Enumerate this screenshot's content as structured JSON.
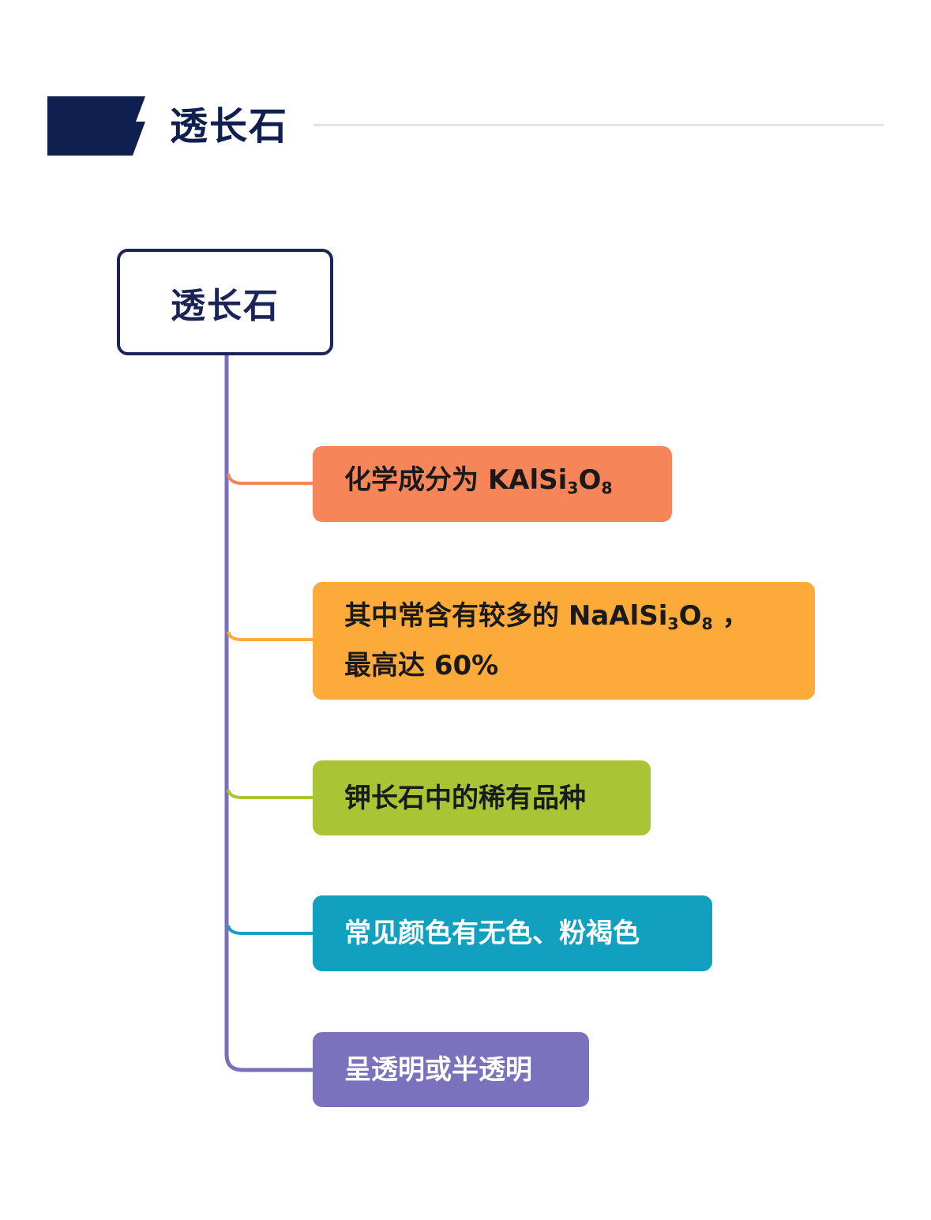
{
  "header": {
    "title": "透长石",
    "mark_color": "#0f1f4f"
  },
  "root": {
    "label": "透长石",
    "border_color": "#1b2458",
    "trunk_color": "#7a6fb8"
  },
  "nodes": [
    {
      "line1": "化学成分为 KAlSi",
      "line1_sub1": "3",
      "line1_mid": "O",
      "line1_sub2": "8",
      "line1_tail": "",
      "line2": "",
      "color": "#f7855a",
      "text_color": "#1a1a1a"
    },
    {
      "line1": "其中常含有较多的 NaAlSi",
      "line1_sub1": "3",
      "line1_mid": "O",
      "line1_sub2": "8",
      "line1_tail": " ，",
      "line2": "最高达 60%",
      "color": "#fcaa3a",
      "text_color": "#1a1a1a"
    },
    {
      "line1": "钾长石中的稀有品种",
      "line1_sub1": "",
      "line1_mid": "",
      "line1_sub2": "",
      "line1_tail": "",
      "line2": "",
      "color": "#a9c434",
      "text_color": "#1a1a1a"
    },
    {
      "line1": "常见颜色有无色、粉褐色",
      "line1_sub1": "",
      "line1_mid": "",
      "line1_sub2": "",
      "line1_tail": "",
      "line2": "",
      "color": "#12a0c0",
      "text_color": "#ffffff"
    },
    {
      "line1": "呈透明或半透明",
      "line1_sub1": "",
      "line1_mid": "",
      "line1_sub2": "",
      "line1_tail": "",
      "line2": "",
      "color": "#7b72bd",
      "text_color": "#ffffff"
    }
  ]
}
